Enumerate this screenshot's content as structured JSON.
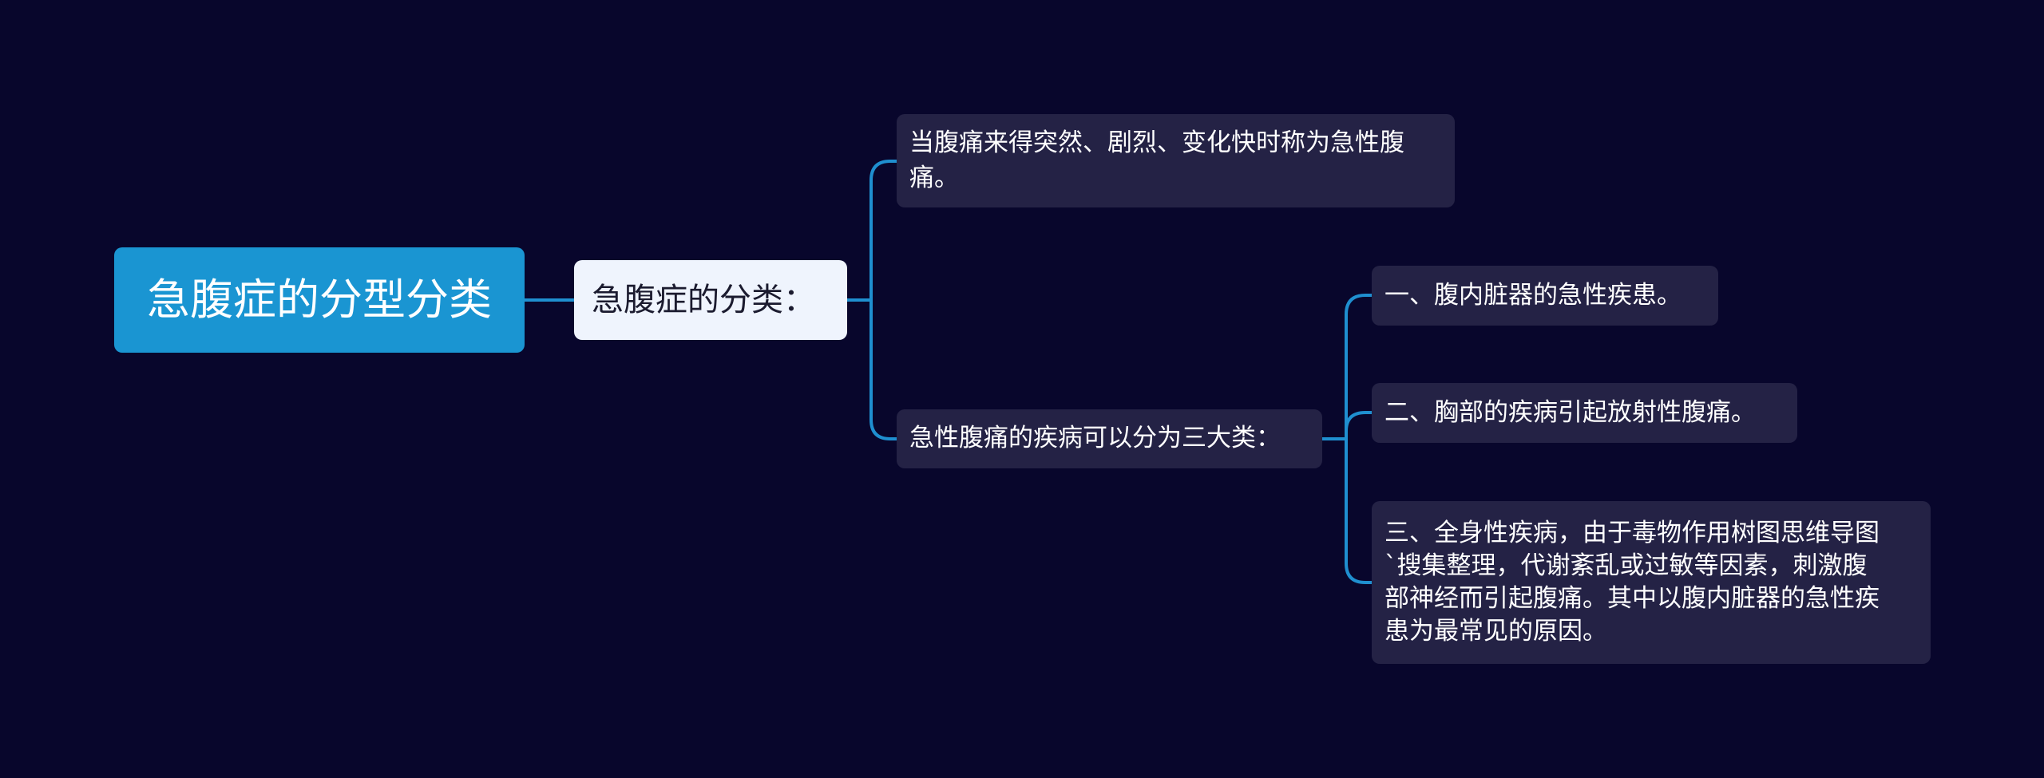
{
  "mindmap": {
    "root": {
      "label": "急腹症的分型分类"
    },
    "branch": {
      "label": "急腹症的分类："
    },
    "definition": {
      "lines": [
        "当腹痛来得突然、剧烈、变化快时称为急性腹",
        "痛。"
      ]
    },
    "categories": {
      "label": "急性腹痛的疾病可以分为三大类：",
      "items": [
        {
          "lines": [
            "一、腹内脏器的急性疾患。"
          ]
        },
        {
          "lines": [
            "二、胸部的疾病引起放射性腹痛。"
          ]
        },
        {
          "lines": [
            "三、全身性疾病，由于毒物作用树图思维导图",
            "`搜集整理，代谢紊乱或过敏等因素，刺激腹",
            "部神经而引起腹痛。其中以腹内脏器的急性疾",
            "患为最常见的原因。"
          ]
        }
      ]
    }
  },
  "colors": {
    "background": "#08062c",
    "root_fill": "#1a95d2",
    "branch_fill": "#eff4fd",
    "leaf_fill": "#242245",
    "connector": "#1f8fd0"
  }
}
